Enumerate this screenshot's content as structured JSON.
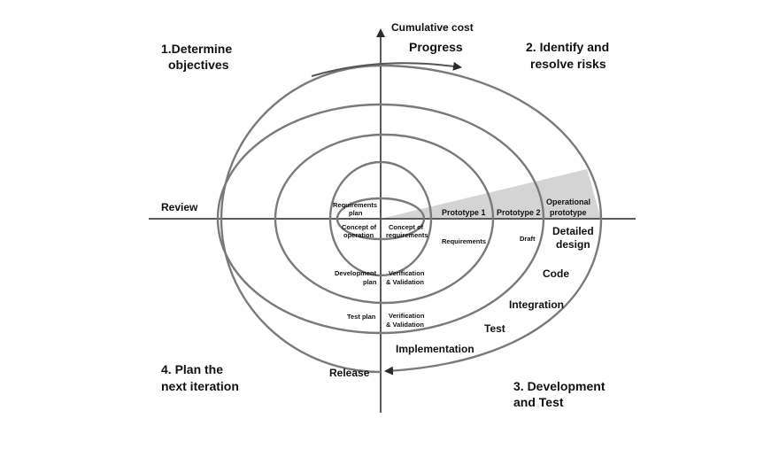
{
  "axes": {
    "y_label": "Cumulative cost",
    "progress_label": "Progress",
    "review_label": "Review",
    "release_label": "Release"
  },
  "quadrants": {
    "q1": {
      "line1": "1.Determine",
      "line2": "objectives"
    },
    "q2": {
      "line1": "2. Identify and",
      "line2": "resolve risks"
    },
    "q3": {
      "line1": "3. Development",
      "line2": "and Test"
    },
    "q4": {
      "line1": "4. Plan the",
      "line2": "next iteration"
    }
  },
  "prototypes": {
    "p1": "Prototype 1",
    "p2": "Prototype 2",
    "operational_line1": "Operational",
    "operational_line2": "prototype"
  },
  "inner": {
    "requirements_plan_line1": "Requirements",
    "requirements_plan_line2": "plan",
    "concept_operation_line1": "Concept of",
    "concept_operation_line2": "operation",
    "concept_requirements_line1": "Concept of",
    "concept_requirements_line2": "requirements",
    "development_plan_line1": "Development",
    "development_plan_line2": "plan",
    "test_plan": "Test plan",
    "verification1_line1": "Verification",
    "verification1_line2": "& Validation",
    "verification2_line1": "Verification",
    "verification2_line2": "& Validation"
  },
  "phases": {
    "requirements": "Requirements",
    "draft": "Draft",
    "detailed_design_line1": "Detailed",
    "detailed_design_line2": "design",
    "code": "Code",
    "integration": "Integration",
    "test": "Test",
    "implementation": "Implementation"
  },
  "colors": {
    "ring": "#7a7a7a",
    "axis": "#5a5a5a",
    "risk_wedge": "#d4d4d4",
    "text": "#111111"
  }
}
